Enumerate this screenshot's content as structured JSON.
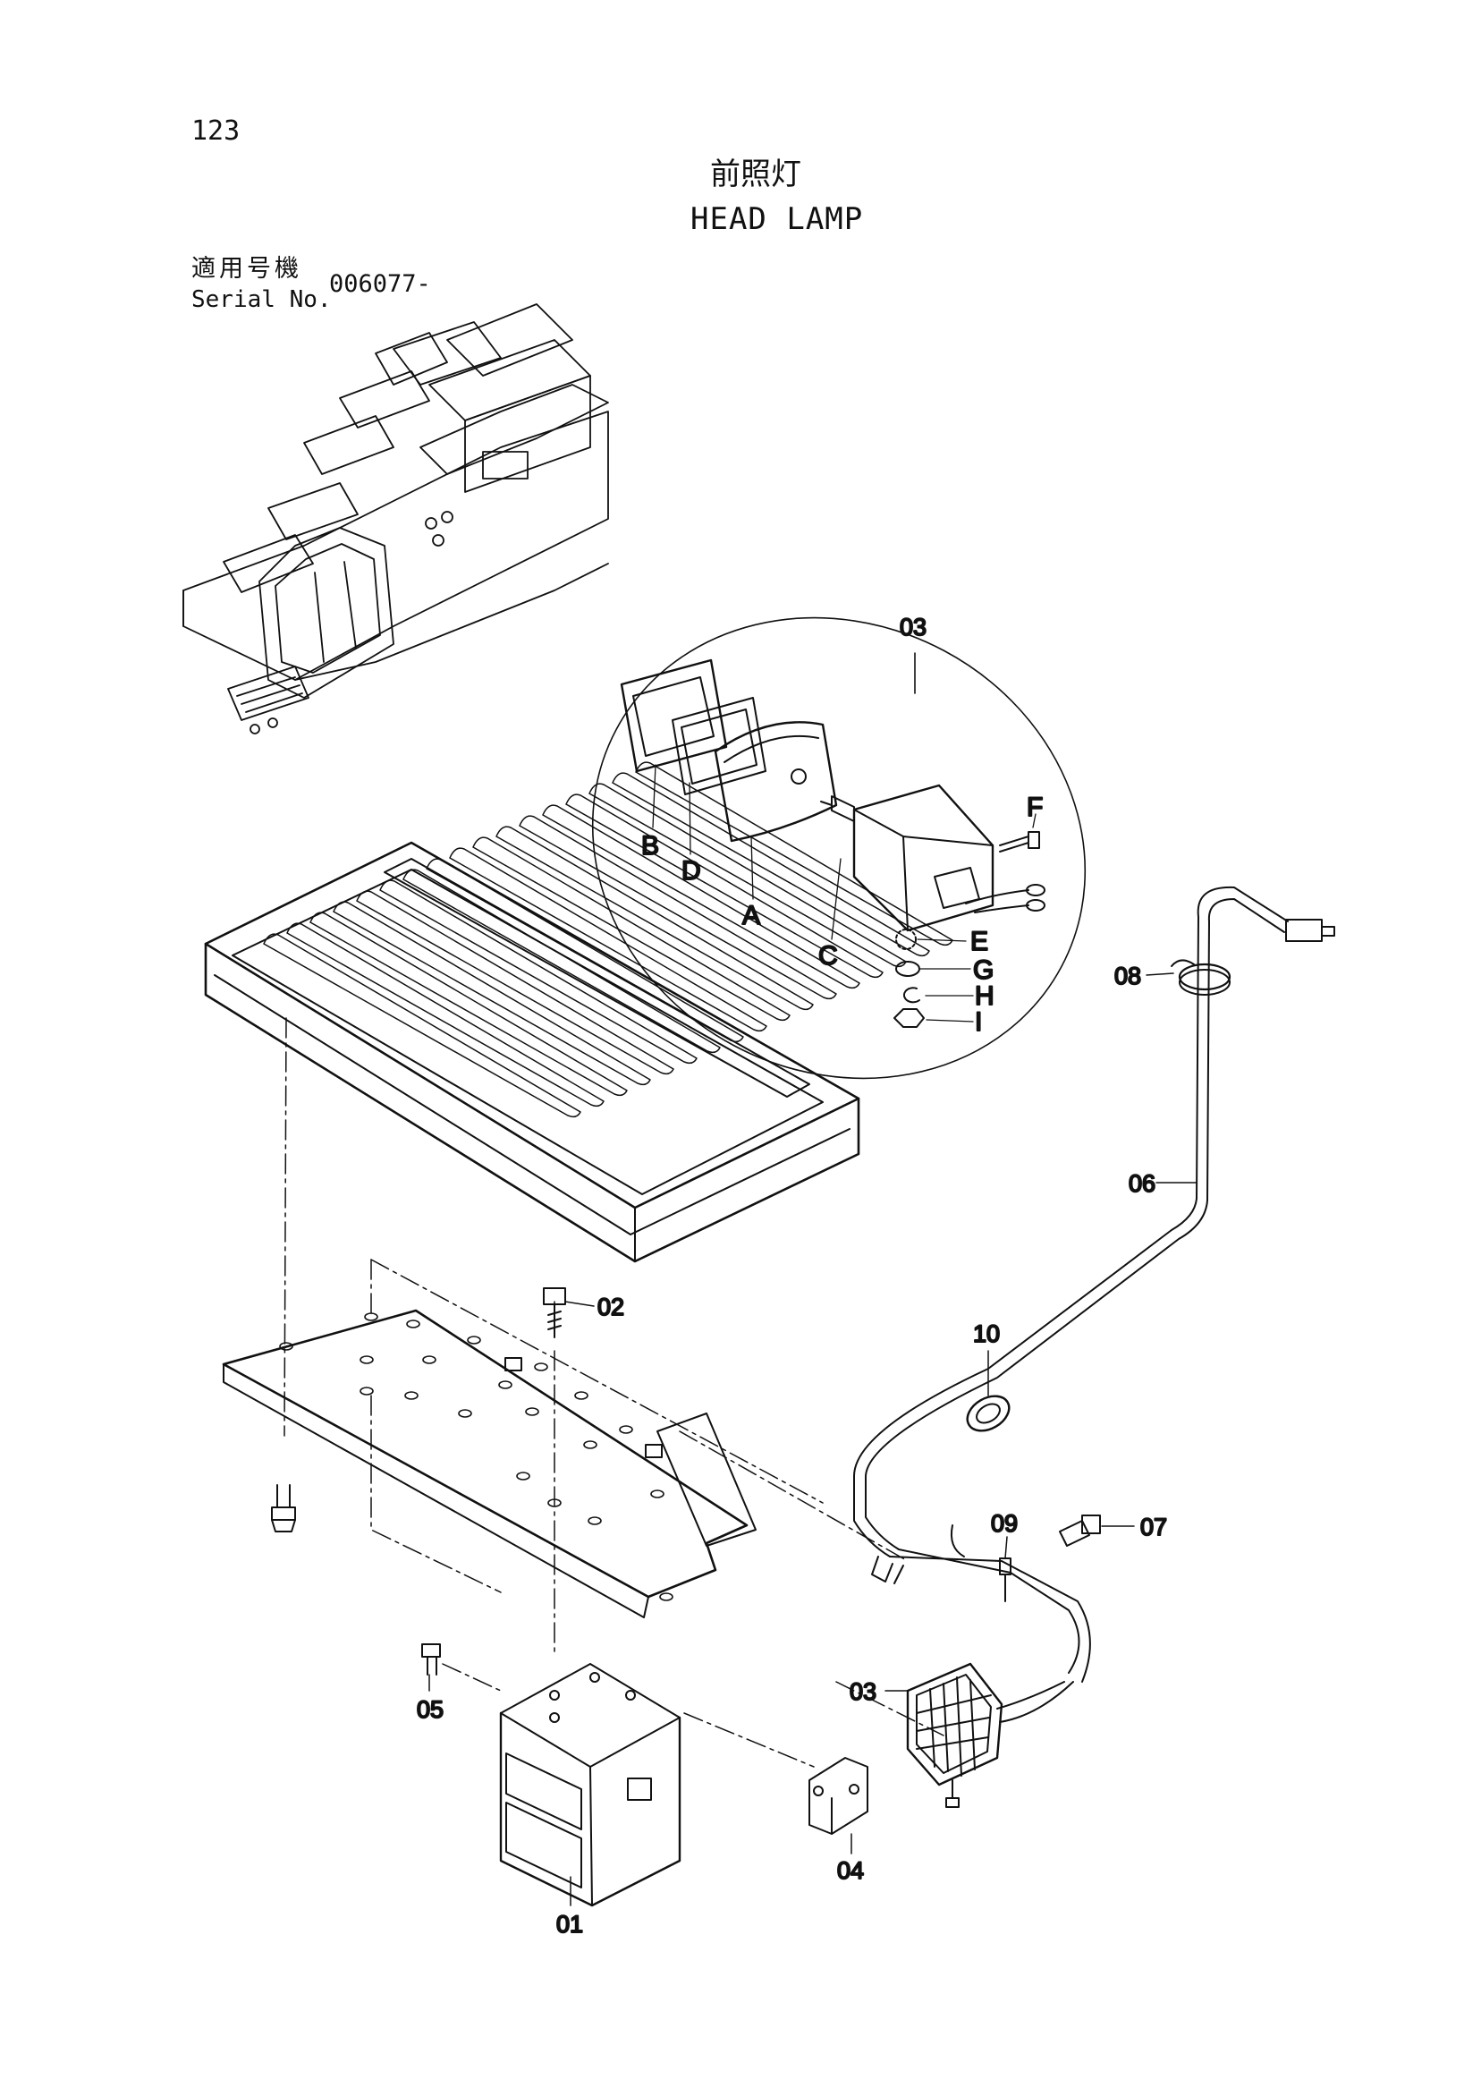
{
  "page": {
    "number": "123"
  },
  "title": {
    "japanese": "前照灯",
    "english": "HEAD LAMP"
  },
  "serial": {
    "label_japanese": "適用号機",
    "label_english": "Serial No.",
    "value": "006077-"
  },
  "callouts": {
    "p01": "01",
    "p02": "02",
    "p03_detail": "03",
    "p03_lamp": "03",
    "p04": "04",
    "p05": "05",
    "p06": "06",
    "p07": "07",
    "p08": "08",
    "p09": "09",
    "p10": "10"
  },
  "sub_parts": {
    "a": "A",
    "b": "B",
    "c": "C",
    "d": "D",
    "e": "E",
    "f": "F",
    "g": "G",
    "h": "H",
    "i": "I"
  },
  "colors": {
    "ink": "#111111",
    "paper": "#ffffff"
  }
}
